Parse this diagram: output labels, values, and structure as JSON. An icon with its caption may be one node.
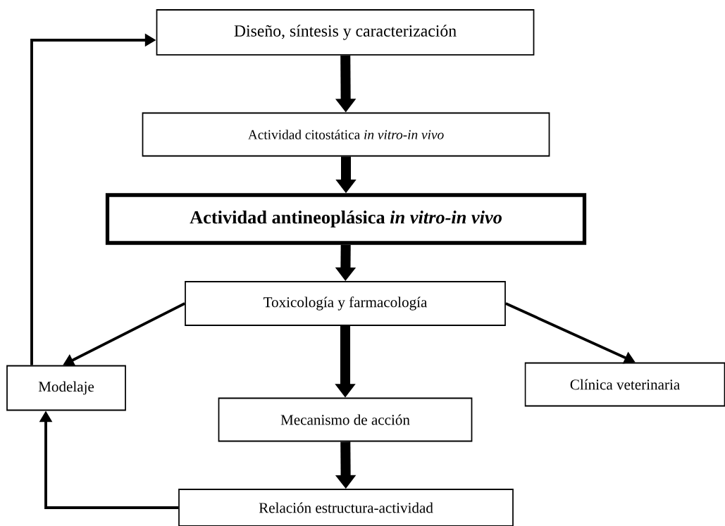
{
  "diagram": {
    "nodes": [
      {
        "text": [
          "Diseño, síntesis y caracterización"
        ]
      },
      {
        "text": [
          "Actividad citostática *in vitro-in vivo*"
        ]
      },
      {
        "text": [
          "Actividad antineoplásica *in vitro-in vivo*"
        ]
      },
      {
        "text": [
          "Toxicología y farmacología"
        ]
      },
      {
        "text": [
          "Modelaje"
        ]
      },
      {
        "text": [
          "Mecanismo de acción"
        ]
      },
      {
        "text": [
          "Clínica veterinaria"
        ]
      },
      {
        "text": [
          "Relación estructura-actividad"
        ]
      }
    ],
    "edges": [
      {
        "from": 0,
        "to": 1,
        "arrow": "to"
      },
      {
        "from": 1,
        "to": 2,
        "arrow": "to"
      },
      {
        "from": 2,
        "to": 3,
        "arrow": "to"
      },
      {
        "from": 3,
        "to": 4,
        "arrow": "to"
      },
      {
        "from": 3,
        "to": 6,
        "arrow": "to"
      },
      {
        "from": 3,
        "to": 5,
        "arrow": "to"
      },
      {
        "from": 5,
        "to": 7,
        "arrow": "to"
      },
      {
        "from": 7,
        "to": 4,
        "arrow": "to"
      },
      {
        "from": 4,
        "to": 0,
        "arrow": "to"
      }
    ]
  }
}
